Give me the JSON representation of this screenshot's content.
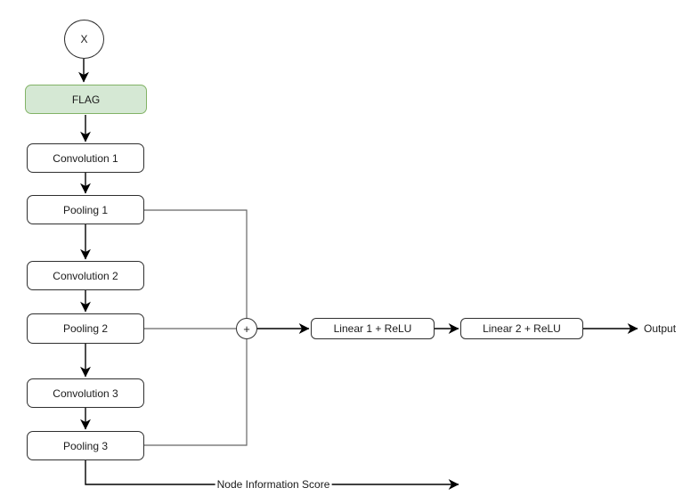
{
  "diagram": {
    "type": "flowchart",
    "nodes": {
      "input": {
        "label": "X",
        "shape": "circle"
      },
      "flag": {
        "label": "FLAG",
        "shape": "rounded-rect",
        "fill": "#d5e8d4",
        "border": "#82b366"
      },
      "conv1": {
        "label": "Convolution 1",
        "shape": "rounded-rect"
      },
      "pool1": {
        "label": "Pooling 1",
        "shape": "rounded-rect"
      },
      "conv2": {
        "label": "Convolution 2",
        "shape": "rounded-rect"
      },
      "pool2": {
        "label": "Pooling 2",
        "shape": "rounded-rect"
      },
      "conv3": {
        "label": "Convolution 3",
        "shape": "rounded-rect"
      },
      "pool3": {
        "label": "Pooling 3",
        "shape": "rounded-rect"
      },
      "sum": {
        "label": "+",
        "shape": "circle"
      },
      "linear1": {
        "label": "Linear 1 + ReLU",
        "shape": "rounded-rect"
      },
      "linear2": {
        "label": "Linear 2 + ReLU",
        "shape": "rounded-rect"
      }
    },
    "edge_labels": {
      "output": "Output",
      "node_information_score": "Node Information Score"
    },
    "edges": [
      {
        "from": "X",
        "to": "FLAG"
      },
      {
        "from": "FLAG",
        "to": "Convolution 1"
      },
      {
        "from": "Convolution 1",
        "to": "Pooling 1"
      },
      {
        "from": "Pooling 1",
        "to": "Convolution 2"
      },
      {
        "from": "Convolution 2",
        "to": "Pooling 2"
      },
      {
        "from": "Pooling 2",
        "to": "Convolution 3"
      },
      {
        "from": "Convolution 3",
        "to": "Pooling 3"
      },
      {
        "from": "Pooling 1",
        "to": "+",
        "style": "skip"
      },
      {
        "from": "Pooling 2",
        "to": "+",
        "style": "skip"
      },
      {
        "from": "Pooling 3",
        "to": "+",
        "style": "skip"
      },
      {
        "from": "+",
        "to": "Linear 1 + ReLU"
      },
      {
        "from": "Linear 1 + ReLU",
        "to": "Linear 2 + ReLU"
      },
      {
        "from": "Linear 2 + ReLU",
        "to": "Output"
      },
      {
        "from": "Pooling 3",
        "to": "",
        "label": "Node Information Score"
      }
    ],
    "colors": {
      "background": "#ffffff",
      "box_fill": "#ffffff",
      "box_border": "#2f2f2f",
      "flag_fill": "#d5e8d4",
      "flag_border": "#82b366",
      "arrow_edge": "#000000",
      "skip_edge": "#666666",
      "text": "#1a1a1a"
    }
  }
}
